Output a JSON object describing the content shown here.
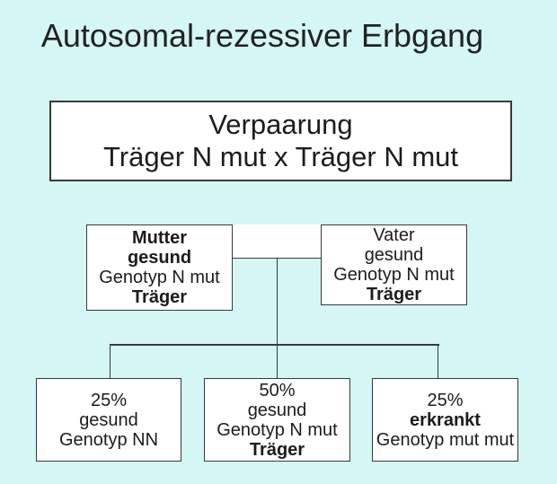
{
  "title": "Autosomal-rezessiver Erbgang",
  "colors": {
    "background": "#d4f6f4",
    "box_fill": "#ffffff",
    "line_color": "#3a3a3a",
    "text_color": "#1c1c1c"
  },
  "mating_box": {
    "line1": "Verpaarung",
    "line2": "Träger N mut x Träger N mut"
  },
  "parents": {
    "mother": {
      "lines": [
        "Mutter",
        "gesund",
        "Genotyp N mut",
        "Träger"
      ]
    },
    "father": {
      "lines": [
        "Vater",
        "gesund",
        "Genotyp N mut",
        "Träger"
      ]
    }
  },
  "offspring": {
    "healthy_nn": {
      "lines": [
        "25%",
        "gesund",
        "Genotyp NN"
      ]
    },
    "healthy_carrier": {
      "lines": [
        "50%",
        "gesund",
        "Genotyp N mut",
        "Träger"
      ]
    },
    "affected": {
      "lines": [
        "25%",
        "erkrankt",
        "Genotyp mut mut"
      ]
    }
  }
}
